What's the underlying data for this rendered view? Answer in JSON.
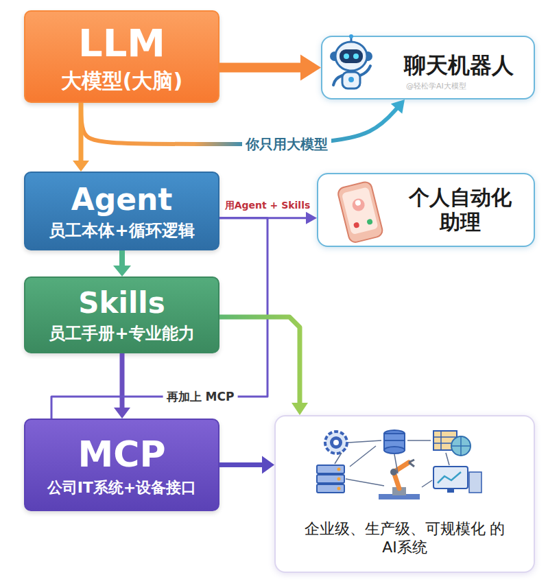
{
  "diagram": {
    "nodes": [
      {
        "text": [
          "LLM",
          "大模型(大脑)"
        ]
      },
      {
        "text": [
          "聊天机器人"
        ]
      },
      {
        "text": [
          "Agent",
          "员工本体+循环逻辑"
        ]
      },
      {
        "text": [
          "个人自动化 助理"
        ]
      },
      {
        "text": [
          "Skills",
          "员工手册+专业能力"
        ]
      },
      {
        "text": [
          "MCP",
          "公司IT系统+设备接口"
        ]
      },
      {
        "text": [
          "企业级、生产级、可规模化 的AI系统"
        ]
      }
    ],
    "edges": [
      {
        "from": 0,
        "to": 1,
        "arrow": "to"
      },
      {
        "from": 0,
        "to": 1,
        "label": "你只用大模型",
        "arrow": "to"
      },
      {
        "from": 0,
        "to": 2,
        "arrow": "to"
      },
      {
        "from": 2,
        "to": 3,
        "label": "用Agent + Skills",
        "arrow": "to"
      },
      {
        "from": 2,
        "to": 4,
        "arrow": "to"
      },
      {
        "from": 4,
        "to": 5,
        "arrow": "to"
      },
      {
        "from": 2,
        "to": 5,
        "label": "再加上 MCP",
        "arrow": "none"
      },
      {
        "from": 4,
        "to": 6,
        "arrow": "to"
      },
      {
        "from": 5,
        "to": 6,
        "arrow": "to"
      }
    ],
    "labels": [
      "@轻松学AI大模型"
    ]
  }
}
